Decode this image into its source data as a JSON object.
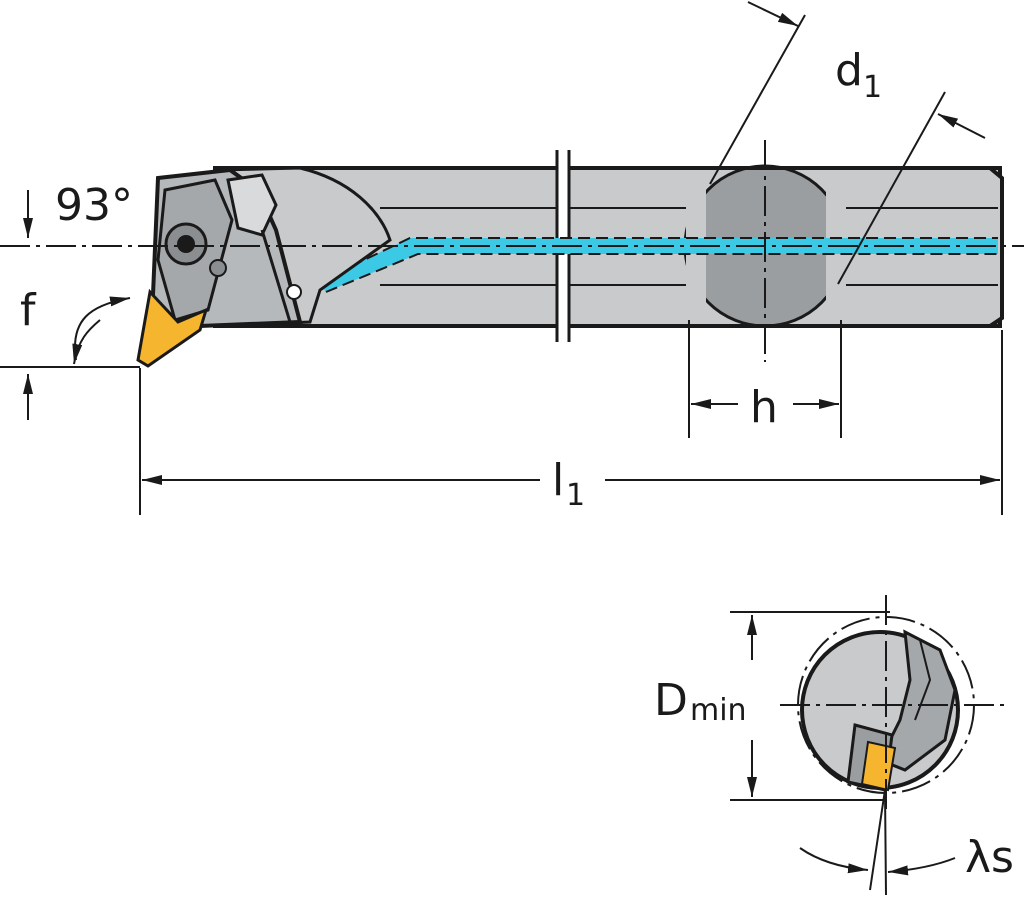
{
  "drawing": {
    "angle_label": "93°",
    "f_label": "f",
    "h_label": "h",
    "d1_main": "d",
    "d1_sub": "1",
    "l1_main": "l",
    "l1_sub": "1",
    "dmin_main": "D",
    "dmin_sub": "min",
    "lambda_label": "λs"
  },
  "colors": {
    "body": "#c8cacc",
    "body_dark": "#9a9ea1",
    "outline": "#1a1a1a",
    "coolant": "#3cc9e6",
    "insert": "#f5b52e",
    "background": "#ffffff"
  }
}
